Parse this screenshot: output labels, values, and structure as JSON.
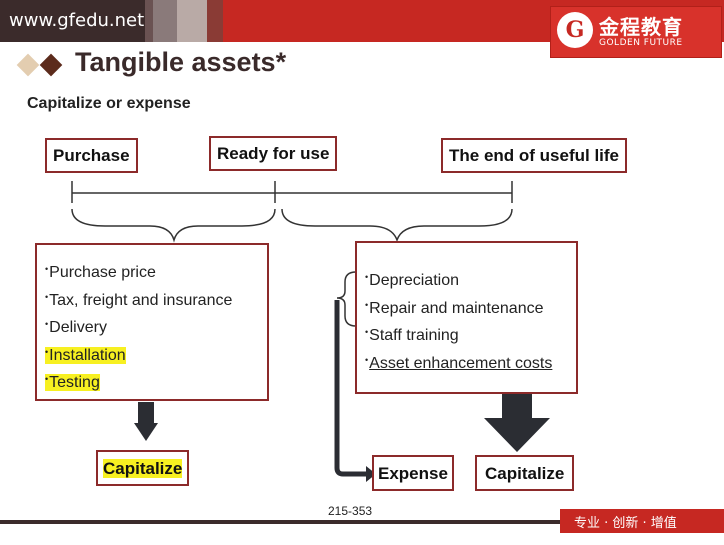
{
  "header": {
    "url": "www.gfedu.net",
    "logo": {
      "mark": "G",
      "name_cn": "金程教育",
      "name_en": "GOLDEN FUTURE"
    }
  },
  "slide": {
    "title": "Tangible assets*",
    "subtitle": "Capitalize or expense",
    "stages": {
      "purchase": "Purchase",
      "ready": "Ready for use",
      "end": "The end of useful life"
    },
    "left_list": [
      {
        "text": "Purchase price",
        "highlight": false
      },
      {
        "text": "Tax, freight and insurance",
        "highlight": false
      },
      {
        "text": "Delivery",
        "highlight": false
      },
      {
        "text": "Installation",
        "highlight": true
      },
      {
        "text": "Testing",
        "highlight": true
      }
    ],
    "right_list": [
      {
        "text": "Depreciation",
        "underline": false
      },
      {
        "text": "Repair and maintenance",
        "underline": false
      },
      {
        "text": "Staff training",
        "underline": false
      },
      {
        "text": "Asset enhancement costs",
        "underline": true
      }
    ],
    "outcomes": {
      "left_capitalize": "Capitalize",
      "expense": "Expense",
      "right_capitalize": "Capitalize"
    },
    "bullet": "•",
    "highlight_color": "#f7f021",
    "accent_color": "#c62822",
    "box_border_color": "#8c2a2a",
    "arrow_color": "#2b2d33"
  },
  "footer": {
    "page_number": "215-353",
    "slogan": "专业 · 创新 · 增值"
  }
}
